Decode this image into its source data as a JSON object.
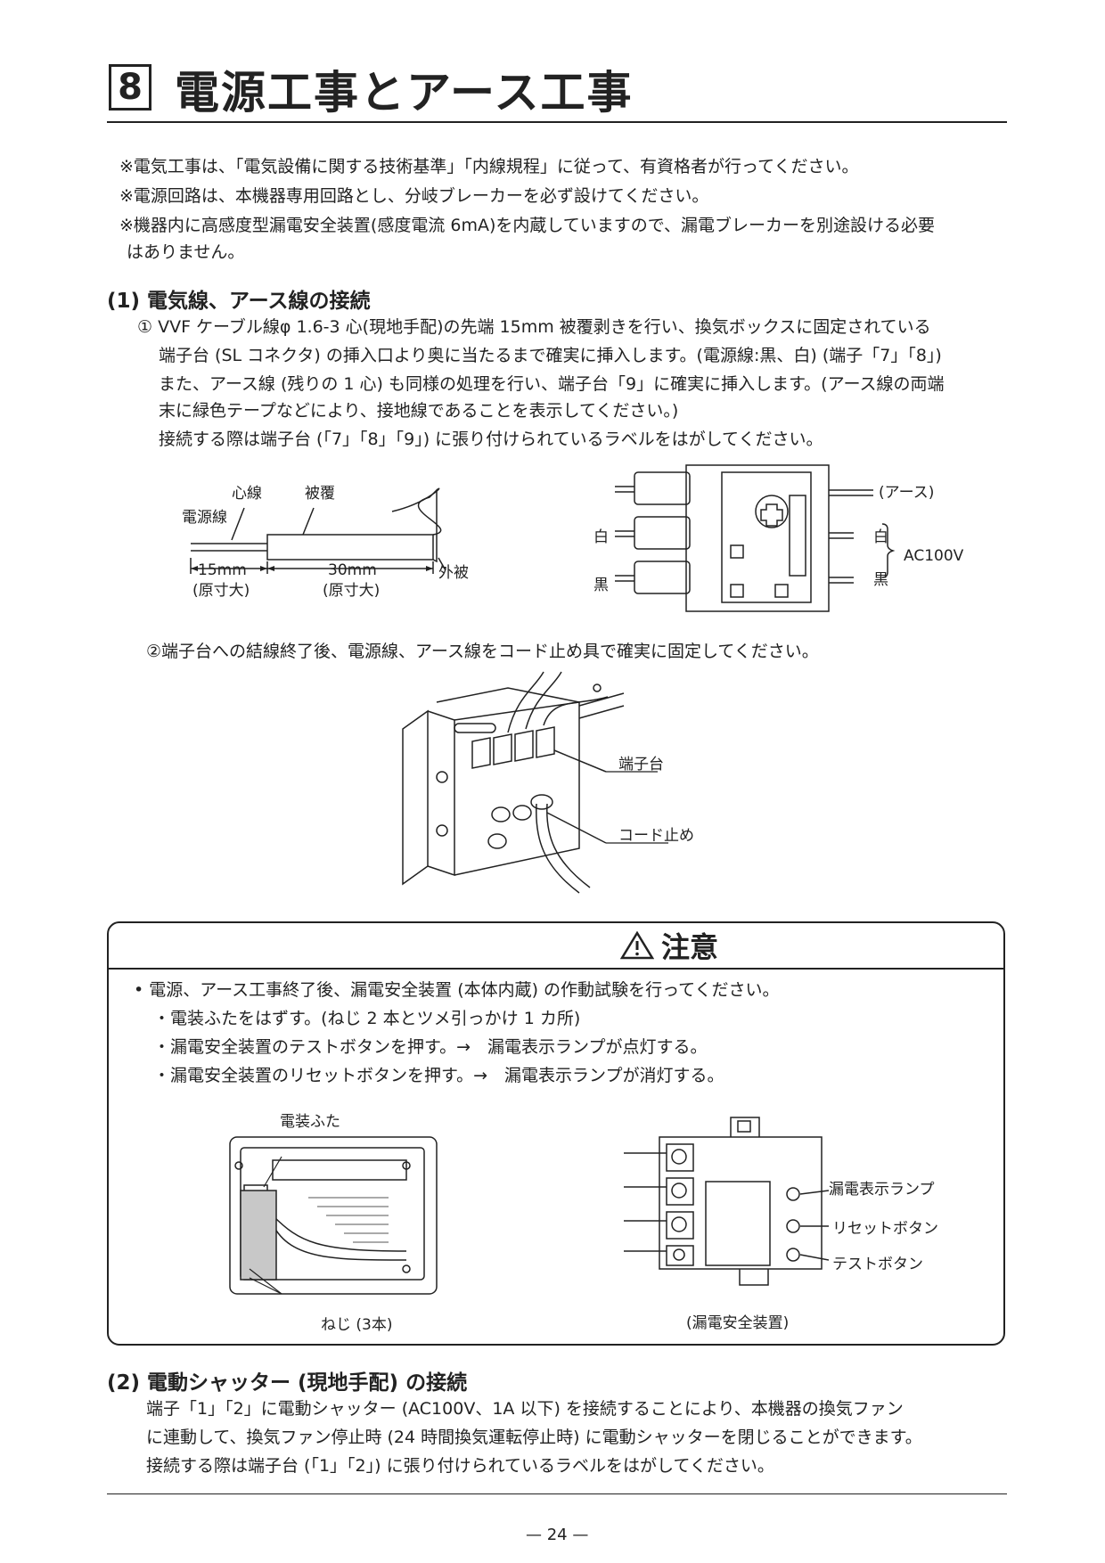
{
  "header": {
    "section_number": "8",
    "title": "電源工事とアース工事"
  },
  "notes": [
    "※電気工事は、「電気設備に関する技術基準」「内線規程」に従って、有資格者が行ってください。",
    "※電源回路は、本機器専用回路とし、分岐ブレーカーを必ず設けてください。",
    "※機器内に高感度型漏電安全装置(感度電流 6mA)を内蔵していますので、漏電ブレーカーを別途設ける必要",
    "はありません。"
  ],
  "section1": {
    "heading": "(1) 電気線、アース線の接続",
    "paragraph": [
      "① VVF ケーブル線φ 1.6-3 心(現地手配)の先端 15mm 被覆剥きを行い、換気ボックスに固定されている",
      "端子台 (SL コネクタ) の挿入口より奥に当たるまで確実に挿入します。(電源線:黒、白) (端子「7」「8」)",
      "また、アース線 (残りの 1 心) も同様の処理を行い、端子台「9」に確実に挿入します。(アース線の両端",
      "末に緑色テープなどにより、接地線であることを表示してください。)",
      "接続する際は端子台 (「7」「8」「9」) に張り付けられているラベルをはがしてください。"
    ],
    "cable_diagram": {
      "core": "心線",
      "cover": "被覆",
      "power_wire": "電源線",
      "dim1": "15mm",
      "dim1_note": "(原寸大)",
      "dim2": "30mm",
      "dim2_note": "(原寸大)",
      "sheath": "外被"
    },
    "terminal_diagram": {
      "earth": "(アース)",
      "white": "白",
      "black": "黒",
      "voltage": "AC100V"
    },
    "step2": "②端子台への結線終了後、電源線、アース線をコード止め具で確実に固定してください。",
    "install_diagram": {
      "terminal": "端子台",
      "clamp": "コード止め"
    }
  },
  "caution": {
    "title": "注意",
    "items": [
      "• 電源、アース工事終了後、漏電安全装置 (本体内蔵) の作動試験を行ってください。",
      "・電装ふたをはずす。(ねじ 2 本とツメ引っかけ 1 カ所)",
      "・漏電安全装置のテストボタンを押す。→　漏電表示ランプが点灯する。",
      "・漏電安全装置のリセットボタンを押す。→　漏電表示ランプが消灯する。"
    ],
    "left_diagram": {
      "cover": "電装ふた",
      "screws": "ねじ (3本)"
    },
    "right_diagram": {
      "lamp": "漏電表示ランプ",
      "reset": "リセットボタン",
      "test": "テストボタン",
      "device": "(漏電安全装置)"
    }
  },
  "section2": {
    "heading": "(2) 電動シャッター (現地手配) の接続",
    "paragraph": [
      "端子「1」「2」に電動シャッター (AC100V、1A 以下) を接続することにより、本機器の換気ファン",
      "に連動して、換気ファン停止時 (24 時間換気運転停止時) に電動シャッターを閉じることができます。",
      "接続する際は端子台 (「1」「2」) に張り付けられているラベルをはがしてください。"
    ]
  },
  "footer": {
    "page": "— 24 —"
  }
}
